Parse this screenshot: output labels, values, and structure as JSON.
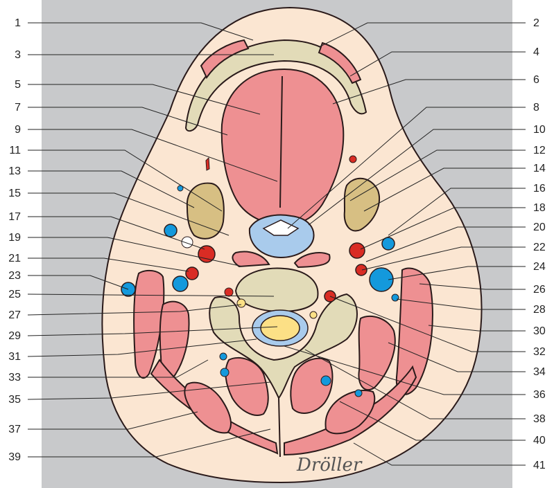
{
  "labels_left": [
    "1",
    "3",
    "5",
    "7",
    "9",
    "11",
    "13",
    "15",
    "17",
    "19",
    "21",
    "23",
    "25",
    "27",
    "29",
    "31",
    "33",
    "35",
    "37",
    "39"
  ],
  "labels_right": [
    "2",
    "4",
    "6",
    "8",
    "10",
    "12",
    "14",
    "16",
    "18",
    "20",
    "22",
    "24",
    "26",
    "28",
    "30",
    "32",
    "34",
    "36",
    "38",
    "40",
    "41"
  ],
  "signature": "Dröller",
  "colors": {
    "panel": "#c8c9cb",
    "skin": "#fbe6d2",
    "muscle": "#ee9092",
    "bone": "#e2dbb8",
    "gland": "#d7bf83",
    "artery": "#d92c24",
    "vein": "#1499dc",
    "cord": "#fce086",
    "csf": "#a9cbec",
    "outline": "#2a1a1a"
  }
}
